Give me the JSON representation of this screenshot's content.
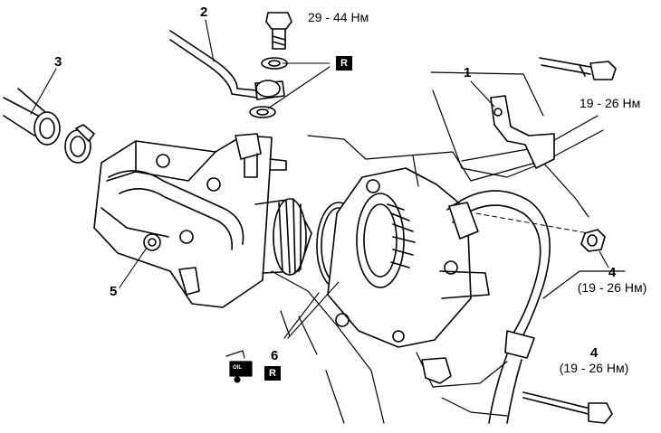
{
  "callouts": {
    "c1": {
      "number": "1"
    },
    "c2": {
      "number": "2"
    },
    "c3": {
      "number": "3"
    },
    "c4a": {
      "number": "4",
      "torque": "(19 - 26 Нм)"
    },
    "c4b": {
      "number": "4",
      "torque": "(19 - 26 Нм)"
    },
    "c5": {
      "number": "5"
    },
    "c6": {
      "number": "6"
    }
  },
  "torques": {
    "top_bolt": "29 - 44 Нм",
    "bracket_bolt": "19 - 26 Нм"
  },
  "badges": {
    "replace_top": "R",
    "replace_oil": "R",
    "oil_can_text": "OIL"
  }
}
